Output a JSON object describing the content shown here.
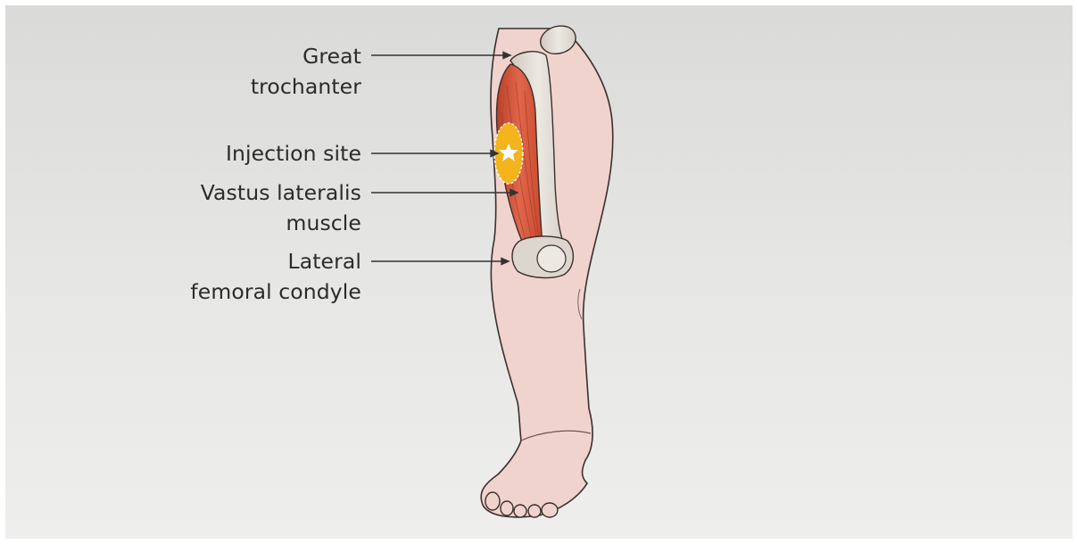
{
  "labels": {
    "great_trochanter": [
      "Great",
      "trochanter"
    ],
    "injection_site": [
      "Injection site"
    ],
    "vastus_lateralis": [
      "Vastus lateralis",
      "muscle"
    ],
    "lateral_condyle": [
      "Lateral",
      "femoral condyle"
    ]
  },
  "colors": {
    "skin": "#f1d3cd",
    "skin_outline": "#3a2f2d",
    "bone": "#e3ddd6",
    "muscle": "#d5553a",
    "injection_site": "#f5b31c",
    "leader_line": "#333333"
  },
  "icons": {
    "injection_marker": "star-icon"
  }
}
